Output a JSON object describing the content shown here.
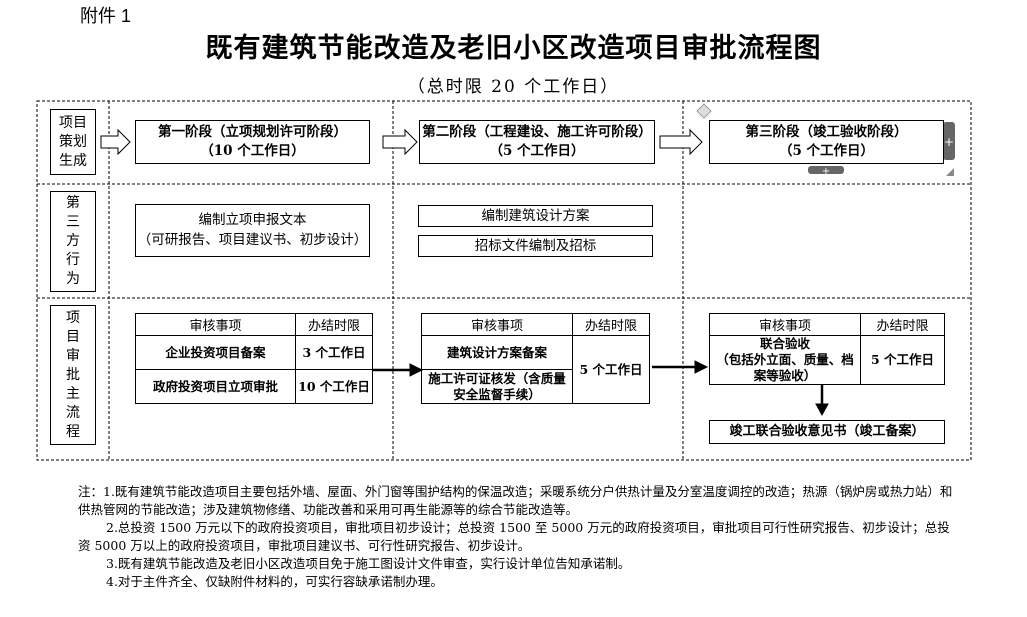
{
  "attachment": "附件 1",
  "title": "既有建筑节能改造及老旧小区改造项目审批流程图",
  "subtitle": "（总时限 20 个工作日）",
  "rows": {
    "r1": "项目策划生成",
    "r2": "第三方行为",
    "r3": "项目审批主流程"
  },
  "stages": [
    {
      "line1": "第一阶段（立项规划许可阶段）",
      "line2": "（10 个工作日）"
    },
    {
      "line1": "第二阶段（工程建设、施工许可阶段）",
      "line2": "（5 个工作日）"
    },
    {
      "line1": "第三阶段（竣工验收阶段）",
      "line2": "（5 个工作日）"
    }
  ],
  "third_party": {
    "p1_line1": "编制立项申报文本",
    "p1_line2": "（可研报告、项目建议书、初步设计）",
    "p2": "编制建筑设计方案",
    "p3": "招标文件编制及招标"
  },
  "tables": {
    "hdr_item": "审核事项",
    "hdr_time": "办结时限",
    "t1": {
      "r1_item": "企业投资项目备案",
      "r1_time": "3 个工作日",
      "r2_item": "政府投资项目立项审批",
      "r2_time": "10 个工作日"
    },
    "t2": {
      "r1_item": "建筑设计方案备案",
      "r2_item": "施工许可证核发（含质量安全监督手续）",
      "time": "5 个工作日"
    },
    "t3": {
      "r1_item_line1": "联合验收",
      "r1_item_line2": "（包括外立面、质量、档案等验收）",
      "time": "5 个工作日"
    },
    "final": "竣工联合验收意见书（竣工备案）"
  },
  "notes": [
    "注：1.既有建筑节能改造项目主要包括外墙、屋面、外门窗等围护结构的保温改造；采暖系统分户供热计量及分室温度调控的改造；热源（锅炉房或热力站）和供热管网的节能改造；涉及建筑物修缮、功能改善和采用可再生能源等的综合节能改造等。",
    "2.总投资 1500 万元以下的政府投资项目，审批项目初步设计；总投资 1500 至 5000 万元的政府投资项目，审批项目可行性研究报告、初步设计；总投资 5000 万以上的政府投资项目，审批项目建议书、可行性研究报告、初步设计。",
    "3.既有建筑节能改造及老旧小区改造项目免于施工图设计文件审查，实行设计单位告知承诺制。",
    "4.对于主件齐全、仅缺附件材料的，可实行容缺承诺制办理。"
  ]
}
